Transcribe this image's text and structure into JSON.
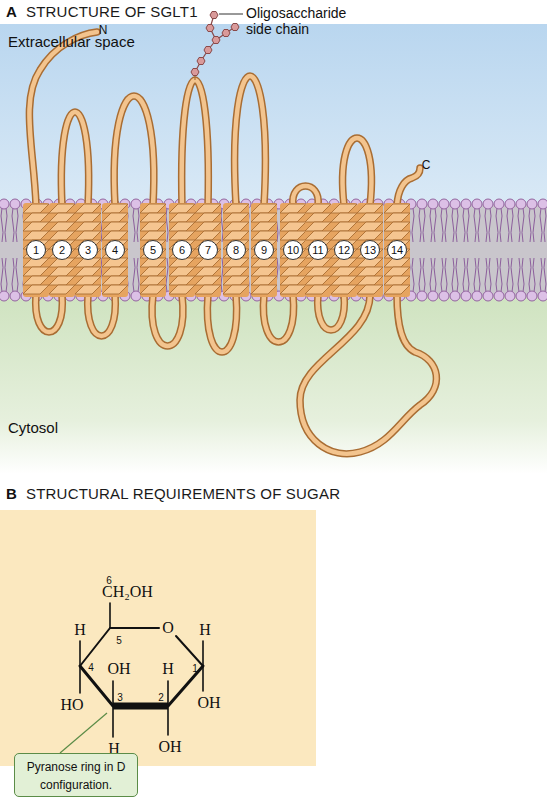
{
  "diagram": {
    "nodes": [
      {
        "text": [
          "1"
        ]
      },
      {
        "text": [
          "2"
        ]
      },
      {
        "text": [
          "3"
        ]
      },
      {
        "text": [
          "4"
        ]
      },
      {
        "text": [
          "5"
        ]
      },
      {
        "text": [
          "6"
        ]
      },
      {
        "text": [
          "7"
        ]
      },
      {
        "text": [
          "8"
        ]
      },
      {
        "text": [
          "9"
        ]
      },
      {
        "text": [
          "10"
        ]
      },
      {
        "text": [
          "11"
        ]
      },
      {
        "text": [
          "12"
        ]
      },
      {
        "text": [
          "13"
        ]
      },
      {
        "text": [
          "14"
        ]
      },
      {
        "text": [
          "Pyranose ring in D configuration."
        ]
      }
    ],
    "labels": [
      "A",
      "STRUCTURE OF SGLT1",
      "Extracellular space",
      "Oligosaccharide side chain",
      "N",
      "C",
      "Cytosol",
      "B",
      "STRUCTURAL REQUIREMENTS OF SUGAR",
      "6",
      "CH₂OH",
      "5",
      "O",
      "H",
      "1",
      "H",
      "4",
      "OH",
      "3",
      "H",
      "2",
      "HO",
      "OH",
      "H",
      "OH"
    ]
  }
}
